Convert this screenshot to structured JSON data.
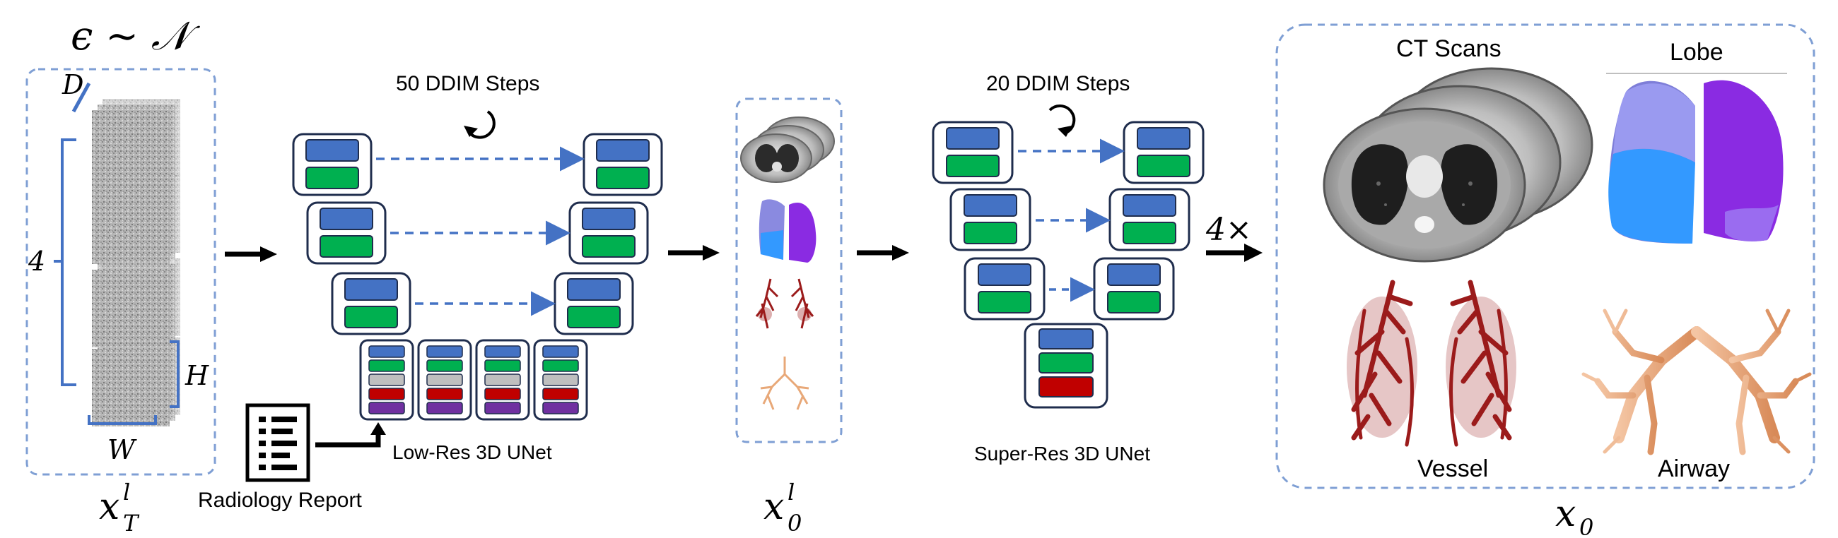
{
  "noise": {
    "formula": "ϵ ∼ 𝒩",
    "dim_d": "D",
    "dim_h": "H",
    "dim_w": "W",
    "count": "4",
    "caption_var": "x",
    "caption_sup": "l",
    "caption_sub": "T"
  },
  "report": {
    "label": "Radiology Report"
  },
  "low_res": {
    "title": "50 DDIM Steps",
    "name": "Low-Res 3D UNet",
    "output_var": "x",
    "output_sup": "l",
    "output_sub": "0"
  },
  "super_res": {
    "title": "20 DDIM Steps",
    "name": "Super-Res 3D UNet"
  },
  "upsample": {
    "factor": "4×"
  },
  "output": {
    "ct_label": "CT Scans",
    "lobe_label": "Lobe",
    "vessel_label": "Vessel",
    "airway_label": "Airway",
    "var": "x",
    "sub": "0"
  },
  "colors": {
    "block_blue": "#4472c4",
    "block_green": "#00b050",
    "block_gray": "#bfbfbf",
    "block_red": "#c00000",
    "block_purple": "#7030a0",
    "dashed_border": "#7f9fd4",
    "arrow_blue": "#4472c4",
    "block_outline": "#1f2d4d",
    "vessel_red": "#9b1b1b",
    "airway_tan": "#e8a878",
    "lobe_purple": "#8a2be2",
    "lobe_blue": "#3399ff"
  }
}
